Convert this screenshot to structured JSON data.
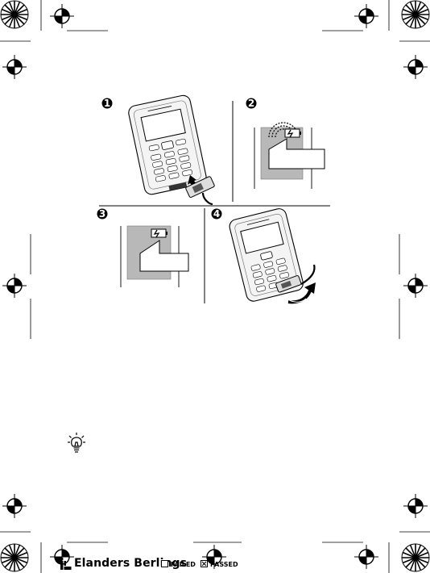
{
  "steps": [
    {
      "number": "1"
    },
    {
      "number": "2"
    },
    {
      "number": "3"
    },
    {
      "number": "4"
    }
  ],
  "icons": {
    "tip": "lightbulb-icon",
    "battery": "battery-charging-icon",
    "registration": "registration-mark-icon",
    "color_bar": "color-calibration-wheel-icon"
  },
  "footer": {
    "company": "Elanders Berlings",
    "failed_label": "FAILED",
    "passed_label": "PASSED",
    "failed_checked": false,
    "passed_checked": true
  },
  "colors": {
    "ink": "#000000",
    "screen_gray": "#b8b8b8",
    "phone_light": "#f2f2f2",
    "line_gray": "#555555"
  }
}
